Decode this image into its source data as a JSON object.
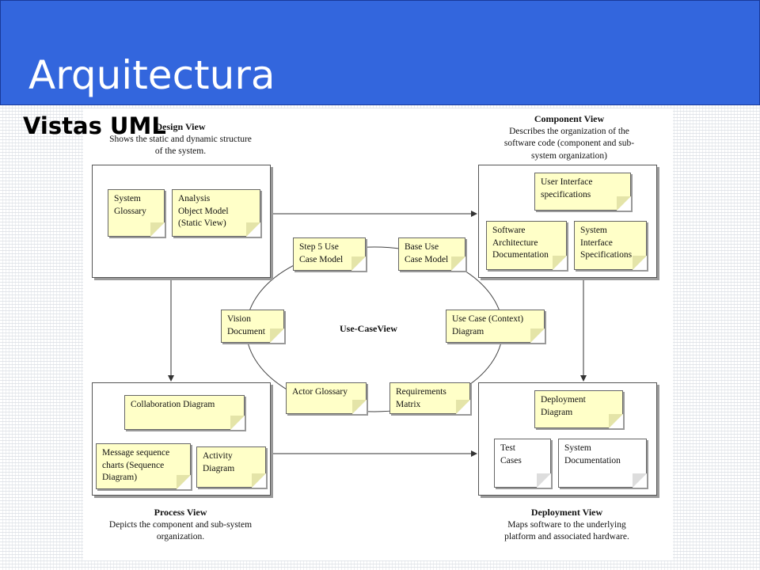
{
  "slide": {
    "title": "Arquitectura",
    "subtitle": "Vistas UML"
  },
  "diagram": {
    "views": {
      "design": {
        "title": "Design View",
        "desc": "Shows the static and dynamic structure\nof the system."
      },
      "component": {
        "title": "Component View",
        "desc": "Describes the organization of the\nsoftware code (component and sub-\nsystem organization)"
      },
      "process": {
        "title": "Process View",
        "desc": "Depicts the component and sub-system\norganization."
      },
      "deployment": {
        "title": "Deployment View",
        "desc": "Maps software to the underlying\nplatform and associated hardware."
      },
      "usecase": {
        "title": "Use-CaseView"
      }
    },
    "artifacts": {
      "system_glossary": "System\nGlossary",
      "analysis_object_model": "Analysis\nObject Model\n(Static View)",
      "ui_specs": "User Interface\nspecifications",
      "software_arch_doc": "Software\nArchitecture\nDocumentation",
      "system_interface_specs": "System\nInterface\nSpecifications",
      "step5_use_case": "Step 5 Use\nCase Model",
      "base_use_case": "Base Use\nCase Model",
      "vision_doc": "Vision\nDocument",
      "use_case_context": "Use Case (Context)\nDiagram",
      "actor_glossary": "Actor Glossary",
      "requirements_matrix": "Requirements\nMatrix",
      "collaboration_diagram": "Collaboration Diagram",
      "message_sequence": "Message sequence\ncharts (Sequence\nDiagram)",
      "activity_diagram": "Activity\nDiagram",
      "deployment_diagram": "Deployment\nDiagram",
      "test_cases": "Test\nCases",
      "system_documentation": "System\nDocumentation"
    }
  }
}
